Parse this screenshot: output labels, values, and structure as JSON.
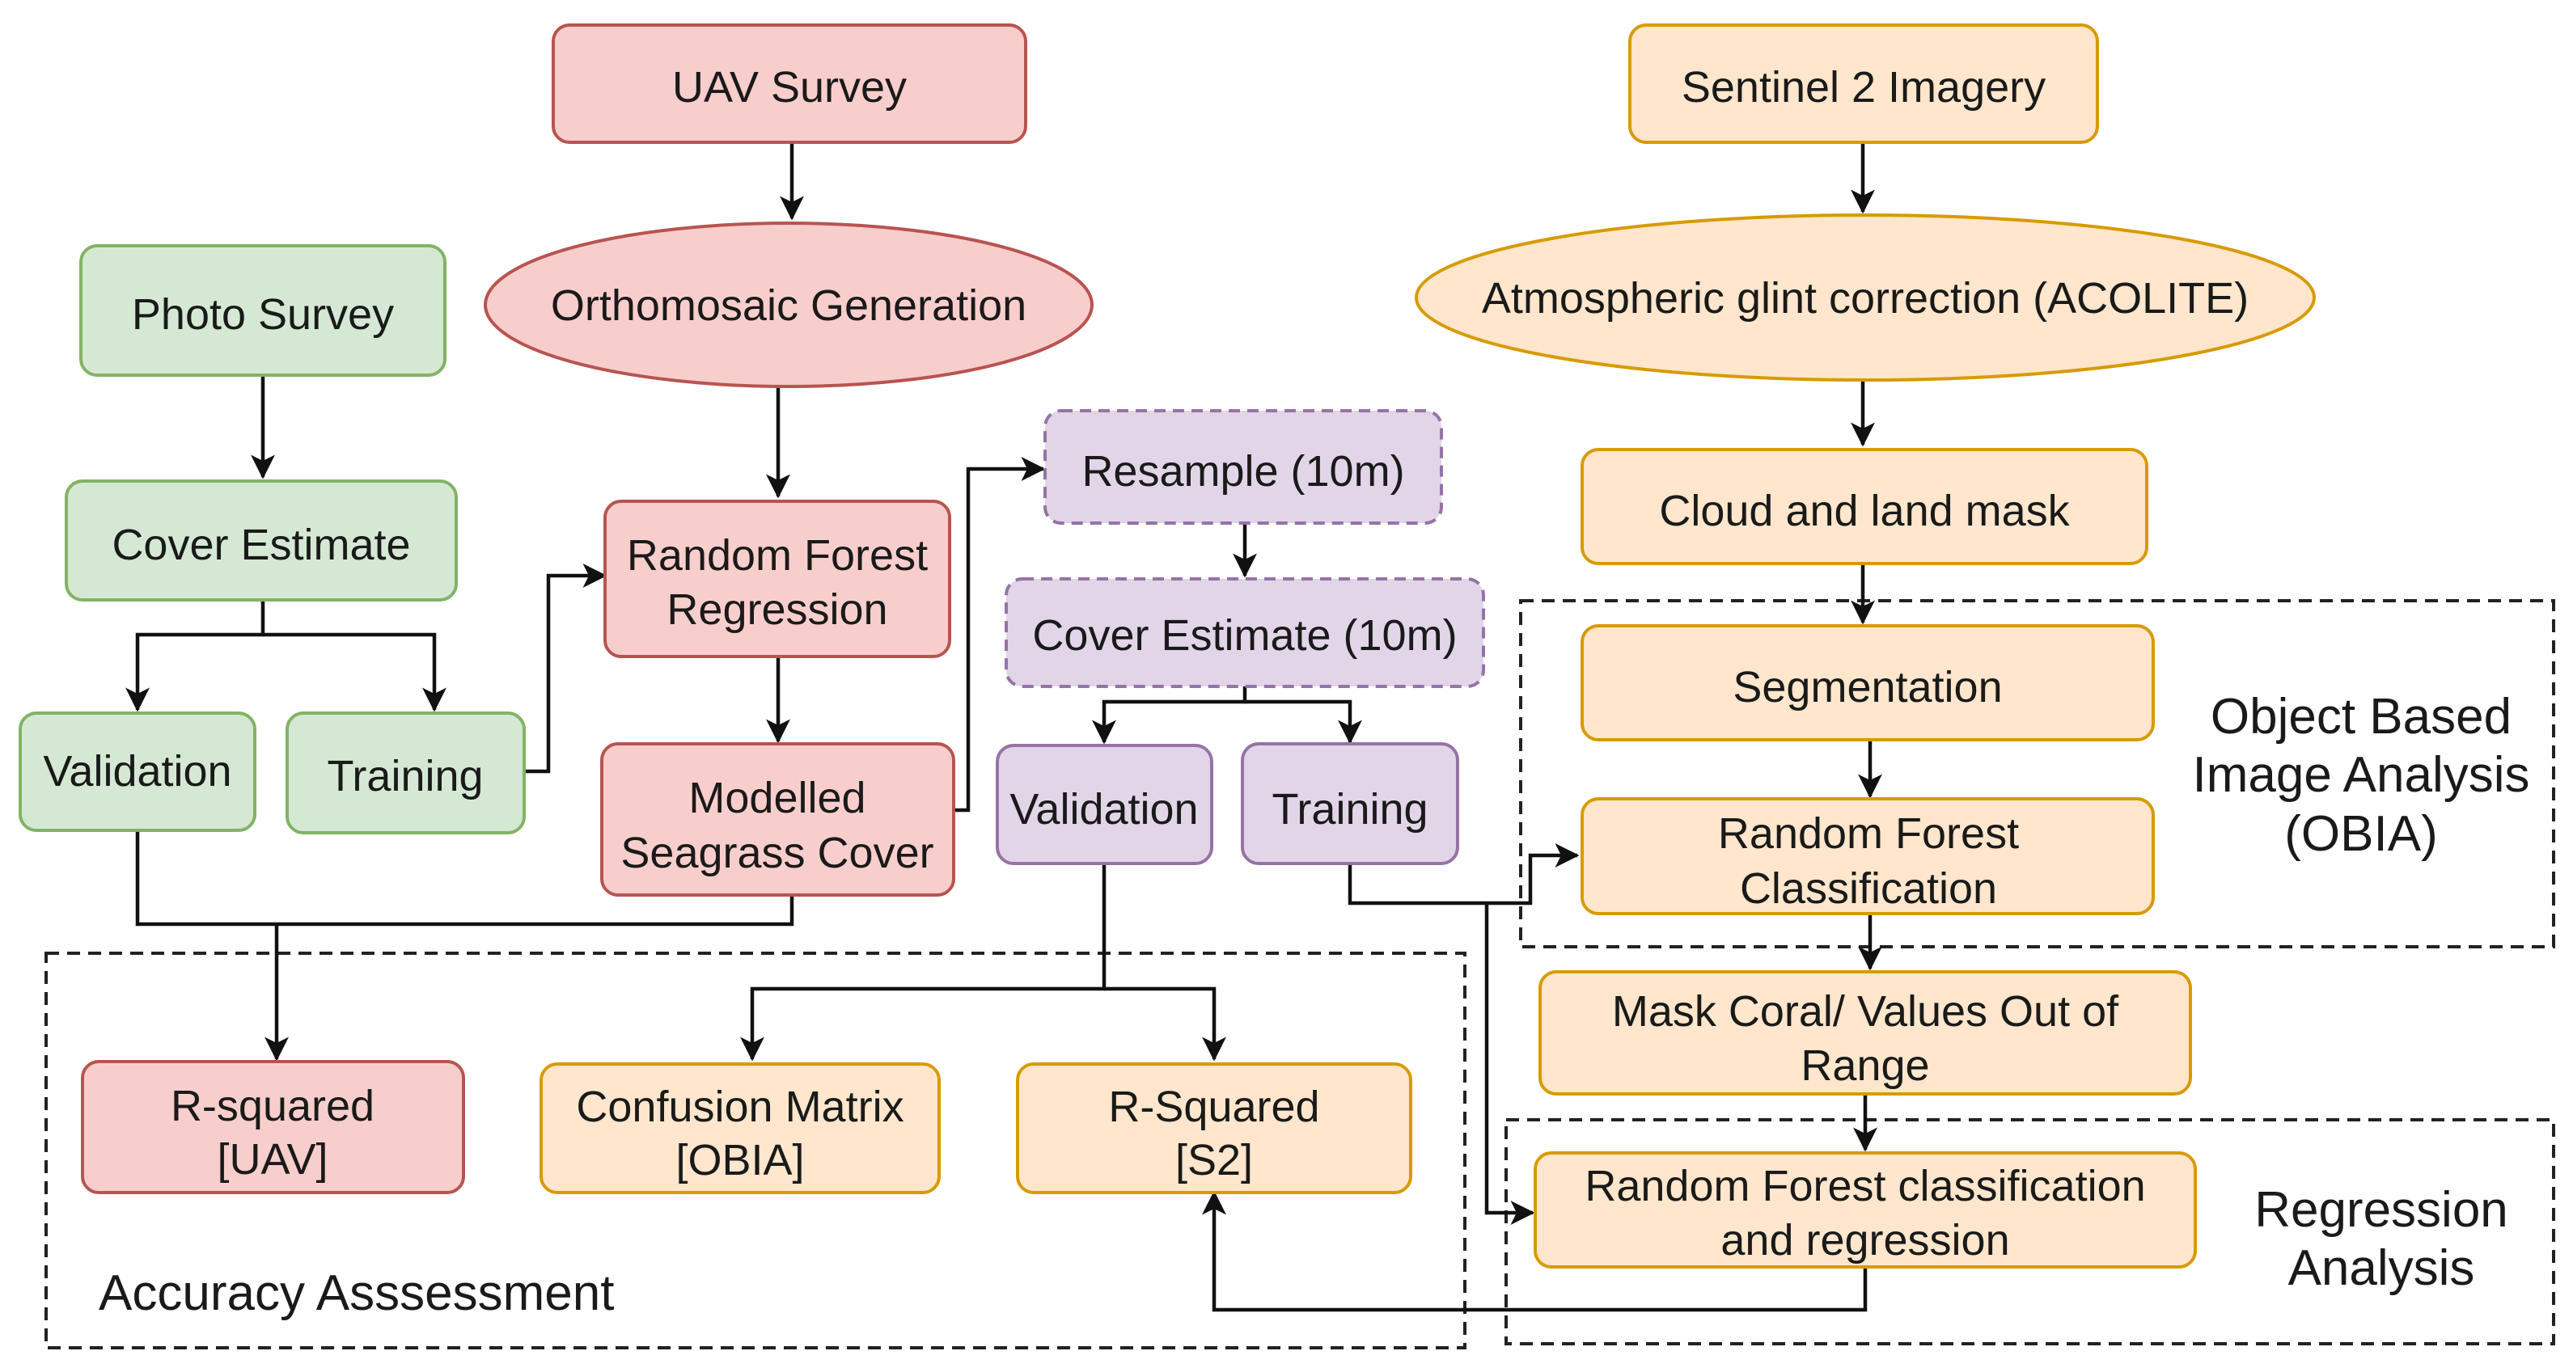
{
  "colors": {
    "red_fill": "#f8cecc",
    "red_stroke": "#b85450",
    "green_fill": "#d5e8d4",
    "green_stroke": "#82b366",
    "orange_fill": "#ffe6cc",
    "orange_stroke": "#d79b00",
    "purple_fill": "#e1d5e7",
    "purple_stroke": "#9673a6",
    "edge": "#111111"
  },
  "nodes": {
    "uav_survey": "UAV Survey",
    "orthomosaic": "Orthomosaic Generation",
    "photo_survey": "Photo Survey",
    "cover_estimate": "Cover Estimate",
    "validation_green": "Validation",
    "training_green": "Training",
    "rf_regression": [
      "Random Forest",
      "Regression"
    ],
    "modelled_cover": [
      "Modelled",
      "Seagrass Cover"
    ],
    "resample": "Resample (10m)",
    "cover_estimate_10m": "Cover Estimate (10m)",
    "validation_purple": "Validation",
    "training_purple": "Training",
    "sentinel": "Sentinel 2 Imagery",
    "atmospheric": "Atmospheric glint correction (ACOLITE)",
    "cloud_mask": "Cloud and land mask",
    "segmentation": "Segmentation",
    "rf_classification": [
      "Random Forest",
      "Classification"
    ],
    "mask_coral": [
      "Mask Coral/ Values Out of",
      "Range"
    ],
    "rf_class_regression": [
      "Random Forest classification",
      "and regression"
    ],
    "r_squared_uav": [
      "R-squared",
      "[UAV]"
    ],
    "confusion_matrix": [
      "Confusion Matrix",
      "[OBIA]"
    ],
    "r_squared_s2": [
      "R-Squared",
      "[S2]"
    ]
  },
  "groups": {
    "obia": [
      "Object Based",
      "Image Analysis",
      "(OBIA)"
    ],
    "regression": [
      "Regression",
      "Analysis"
    ],
    "accuracy": "Accuracy Asssessment"
  }
}
